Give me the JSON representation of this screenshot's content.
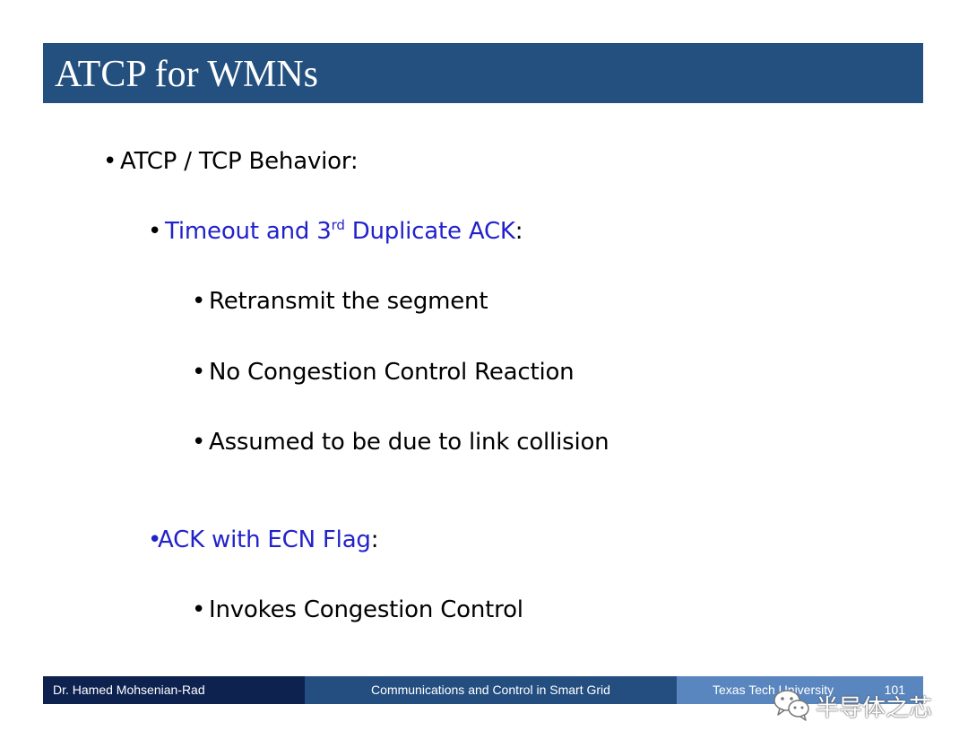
{
  "slide": {
    "title": "ATCP for WMNs",
    "bullets": {
      "b1": {
        "marker": "•",
        "text": "ATCP / TCP Behavior:"
      },
      "b2": {
        "marker": "•",
        "text_pre": "Timeout and 3",
        "sup": "rd",
        "text_post": " Duplicate ACK",
        "suffix": ":"
      },
      "b3": {
        "marker": "•",
        "text": "Retransmit the segment"
      },
      "b4": {
        "marker": "•",
        "text": "No Congestion Control Reaction"
      },
      "b5": {
        "marker": "•",
        "text": "Assumed to be due to link collision"
      },
      "b6": {
        "marker": "•",
        "text": "ACK with ECN Flag",
        "suffix": ":"
      },
      "b7": {
        "marker": "•",
        "text": "Invokes Congestion Control"
      }
    }
  },
  "footer": {
    "author": "Dr. Hamed Mohsenian-Rad",
    "course": "Communications and Control in Smart Grid",
    "institution": "Texas Tech University",
    "page_number": "101"
  },
  "watermark": {
    "text": "半导体之芯",
    "icon": "wechat-icon"
  },
  "colors": {
    "title_bar": "#23507f",
    "emphasis_text": "#2222cc",
    "footer_left": "#0e2250",
    "footer_mid": "#244e80",
    "footer_right": "#5a86bf"
  }
}
